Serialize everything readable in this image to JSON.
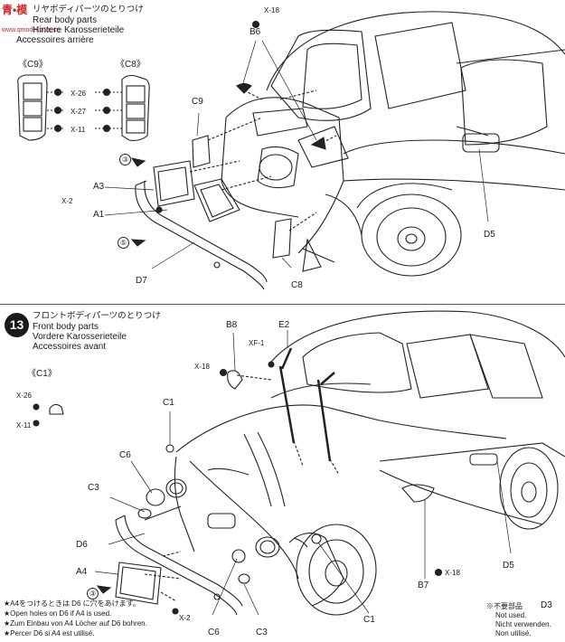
{
  "watermark": {
    "main": "青•模",
    "sub": "www.qmodel.com.cn"
  },
  "step12": {
    "title_jp": "リヤボディパーツのとりつけ",
    "title_en": "Rear body parts",
    "title_de": "Hintere Karosserieteile",
    "title_fr": "Accessoires arrière",
    "left_part": "《C9》",
    "right_part": "《C8》",
    "screws": [
      "X-26",
      "X-27",
      "X-11"
    ],
    "labels": {
      "x18": "X-18",
      "b6": "B6",
      "c9": "C9",
      "a3": "A3",
      "x2": "X-2",
      "a1": "A1",
      "c3": "③",
      "c5": "⑤",
      "d7": "D7",
      "c8": "C8",
      "d5": "D5"
    }
  },
  "step13": {
    "number": "13",
    "title_jp": "フロントボディパーツのとりつけ",
    "title_en": "Front body parts",
    "title_de": "Vordere Karosserieteile",
    "title_fr": "Accessoires avant",
    "part_note": "《C1》",
    "screws": [
      "X-26",
      "X-11"
    ],
    "labels": {
      "b8": "B8",
      "e2": "E2",
      "xf1": "XF-1",
      "x18": "X-18",
      "c1": "C1",
      "c6": "C6",
      "c3": "C3",
      "d6": "D6",
      "a4": "A4",
      "c3num": "③",
      "x2": "X-2",
      "c6b": "C6",
      "c3b": "C3",
      "c1b": "C1",
      "b7": "B7",
      "x18b": "X-18",
      "d5": "D5"
    },
    "notes": [
      "★A4をつけるときは D6 に穴をあけます。",
      "★Open holes on D6 if A4 is used.",
      "★Zum Einbau von A4 Löcher auf D6 bohren.",
      "★Percer D6 si A4 est utilisé."
    ],
    "not_used": {
      "jp": "※不要部品",
      "part": "D3",
      "en": "Not used.",
      "de": "Nicht verwenden.",
      "fr": "Non utilisé."
    }
  }
}
